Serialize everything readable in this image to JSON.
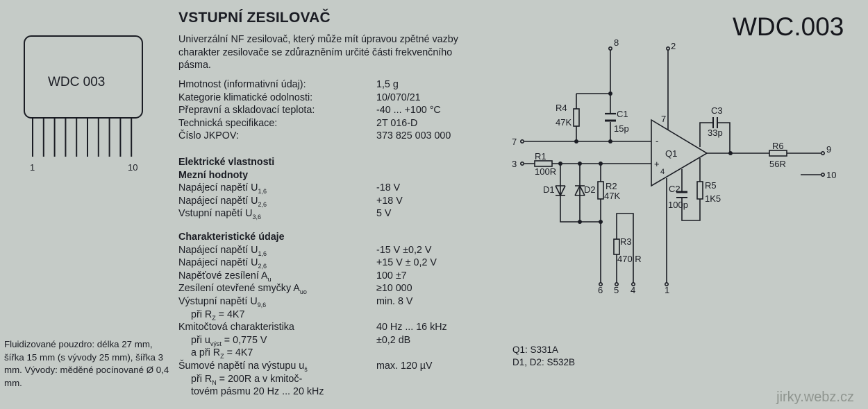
{
  "title": "VSTUPNÍ ZESILOVAČ",
  "code": "WDC.003",
  "intro": "Univerzální NF zesilovač, který může mít úpravou zpětné vazby charakter zesilovače se zdůrazněním určité části frekvenčního pásma.",
  "general": [
    {
      "label": "Hmotnost (informativní údaj):",
      "value": "1,5 g"
    },
    {
      "label": "Kategorie klimatické odolnosti:",
      "value": "10/070/21"
    },
    {
      "label": "Přepravní a skladovací teplota:",
      "value": "-40 ... +100 °C"
    },
    {
      "label": "Technická specifikace:",
      "value": "2T 016-D"
    },
    {
      "label": "Číslo JKPOV:",
      "value": "373 825 003 000"
    }
  ],
  "electrical_heading": "Elektrické vlastnosti",
  "limits_heading": "Mezní hodnoty",
  "limits": [
    {
      "label": "Napájecí napětí U",
      "sub": "1,6",
      "value": "-18 V"
    },
    {
      "label": "Napájecí napětí U",
      "sub": "2,6",
      "value": "+18 V"
    },
    {
      "label": "Vstupní napětí U",
      "sub": "3,6",
      "value": "5 V"
    }
  ],
  "char_heading": "Charakteristické údaje",
  "characteristics": [
    {
      "label": "Napájecí napětí U",
      "sub": "1,6",
      "value": "-15 V ±0,2 V"
    },
    {
      "label": "Napájecí napětí U",
      "sub": "2,6",
      "value": "+15 V ± 0,2 V"
    },
    {
      "label": "Napěťové zesílení A",
      "sub": "u",
      "value": "100 ±7"
    },
    {
      "label": "Zesílení otevřené smyčky A",
      "sub": "uo",
      "value": "≥10 000"
    },
    {
      "label": "Výstupní napětí U",
      "sub": "9,6",
      "value": "min. 8 V"
    },
    {
      "label": "při R",
      "sub": "Z",
      "tail": " = 4K7",
      "value": ""
    },
    {
      "label": "Kmitočtová charakteristika",
      "sub": "",
      "value": "40 Hz ... 16 kHz"
    },
    {
      "label": "při u",
      "sub": "výst",
      "tail": " = 0,775 V",
      "value": "±0,2 dB"
    },
    {
      "label": "a při R",
      "sub": "Z",
      "tail": " = 4K7",
      "value": ""
    },
    {
      "label": "Šumové napětí na výstupu u",
      "sub": "š",
      "value": "max. 120 µV"
    },
    {
      "label": "při R",
      "sub": "N",
      "tail": " = 200R a v kmitoč-",
      "value": ""
    },
    {
      "label": "tovém pásmu 20 Hz  ... 20 kHz",
      "sub": "",
      "value": ""
    }
  ],
  "package": {
    "label": "WDC 003",
    "pin_first": "1",
    "pin_last": "10",
    "note": "Fluidizované pouzdro: délka 27 mm, šířka 15 mm (s vývody 25 mm), šířka 3 mm. Vývody: měděné pocínované Ø 0,4 mm."
  },
  "components": {
    "q1": "Q1: S331A",
    "d": "D1, D2: S532B"
  },
  "schematic": {
    "R1": "R1",
    "R1v": "100R",
    "R2": "R2",
    "R2v": "47K",
    "R3": "R3",
    "R3v": "470 R",
    "R4": "R4",
    "R4v": "47K",
    "R5": "R5",
    "R5v": "1K5",
    "R6": "R6",
    "R6v": "56R",
    "C1": "C1",
    "C1v": "15p",
    "C2": "C2",
    "C2v": "100p",
    "C3": "C3",
    "C3v": "33p",
    "D1": "D1",
    "D2": "D2",
    "Q1": "Q1",
    "minus": "-",
    "plus": "+",
    "p4": "4",
    "p7": "7",
    "pins": {
      "p1": "1",
      "p2": "2",
      "p3": "3",
      "p4": "4",
      "p5": "5",
      "p6": "6",
      "p7": "7",
      "p8": "8",
      "p9": "9",
      "p10": "10"
    }
  },
  "watermark": "jirky.webz.cz"
}
